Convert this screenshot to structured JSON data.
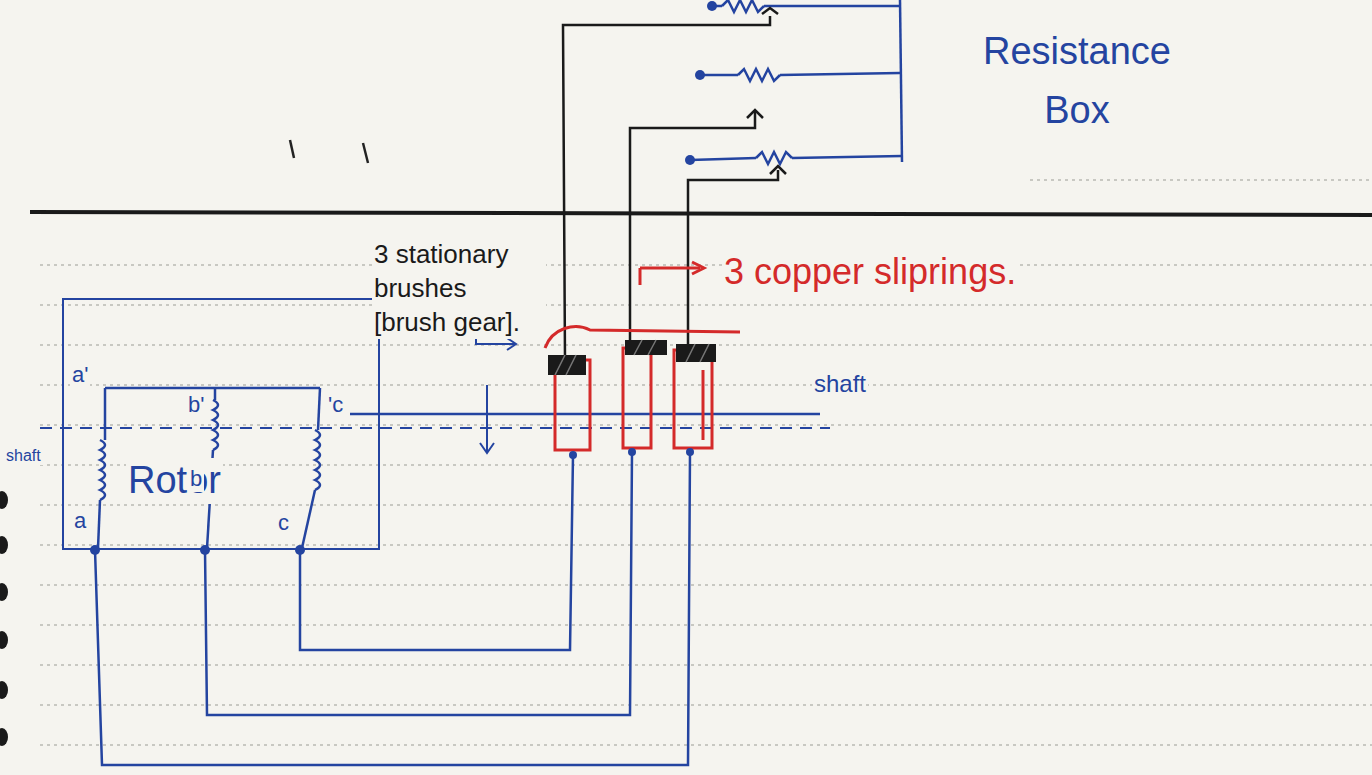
{
  "diagram": {
    "nodes": [
      {
        "text": [
          "Rotor"
        ]
      }
    ],
    "labels": [
      "Resistance Box",
      "3 stationary brushes [brush gear].",
      "3 copper sliprings.",
      "shaft",
      "shaft",
      "a'",
      "b'",
      "'c",
      "a",
      "b",
      "c"
    ]
  }
}
